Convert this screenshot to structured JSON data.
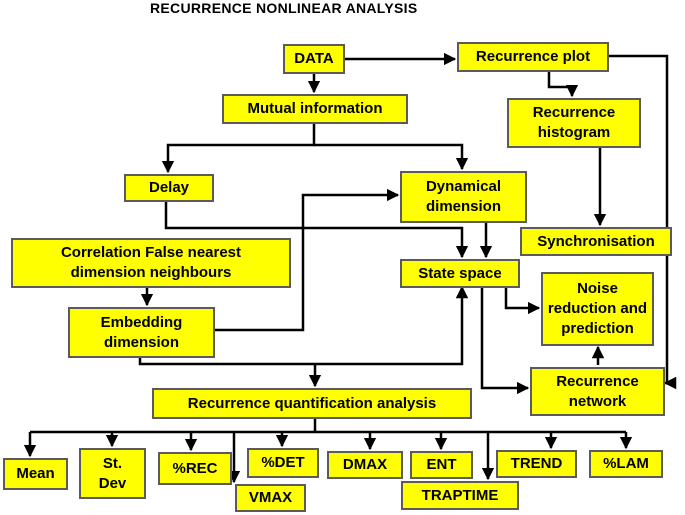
{
  "title": "RECURRENCE NONLINEAR ANALYSIS",
  "colors": {
    "node_fill": "#ffff00",
    "node_border": "#5b5b5b",
    "arrow": "#000000"
  },
  "nodes": {
    "data": "DATA",
    "recurrence_plot": "Recurrence plot",
    "mutual_information": "Mutual information",
    "recurrence_histogram": "Recurrence\nhistogram",
    "delay": "Delay",
    "dynamical_dimension": "Dynamical\ndimension",
    "synchronisation": "Synchronisation",
    "correlation_false_nearest": "Correlation  False nearest\ndimension      neighbours",
    "state_space": "State space",
    "noise_reduction": "Noise\nreduction and\nprediction",
    "embedding_dimension": "Embedding\ndimension",
    "recurrence_network": "Recurrence\nnetwork",
    "rqa": "Recurrence quantification analysis",
    "mean": "Mean",
    "st_dev": "St.\nDev",
    "rec": "%REC",
    "vmax": "VMAX",
    "det": "%DET",
    "dmax": "DMAX",
    "ent": "ENT",
    "traptime": "TRAPTIME",
    "trend": "TREND",
    "lam": "%LAM"
  }
}
